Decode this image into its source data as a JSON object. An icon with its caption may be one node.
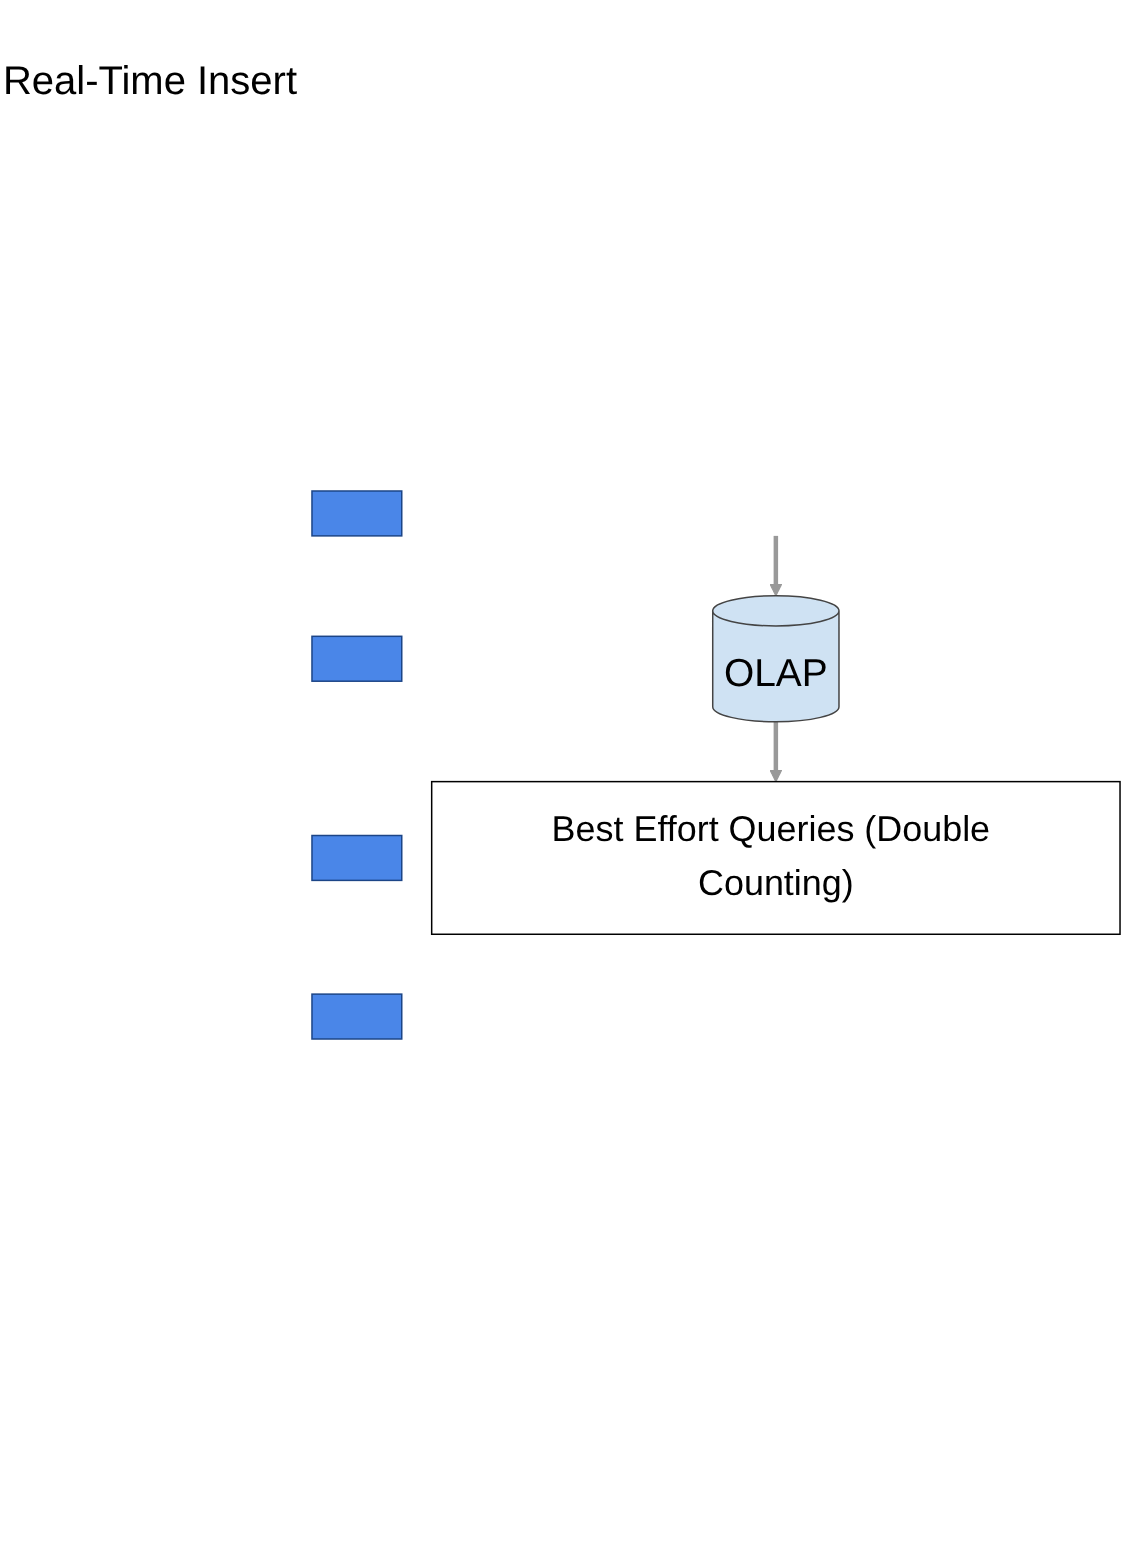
{
  "diagram": {
    "nodes": [
      {
        "text": [],
        "shape": "box"
      },
      {
        "text": [],
        "shape": "box"
      },
      {
        "text": [],
        "shape": "box"
      },
      {
        "text": [],
        "shape": "box"
      },
      {
        "text": [
          "OLAP"
        ]
      },
      {
        "text": [
          "Best Effort Queries (Double Counting)"
        ]
      }
    ],
    "edges": [
      {
        "from": null,
        "to": 4,
        "arrow": "to"
      },
      {
        "from": 4,
        "to": 5,
        "arrow": "to"
      }
    ],
    "labels": [
      "Real-Time Insert"
    ]
  }
}
